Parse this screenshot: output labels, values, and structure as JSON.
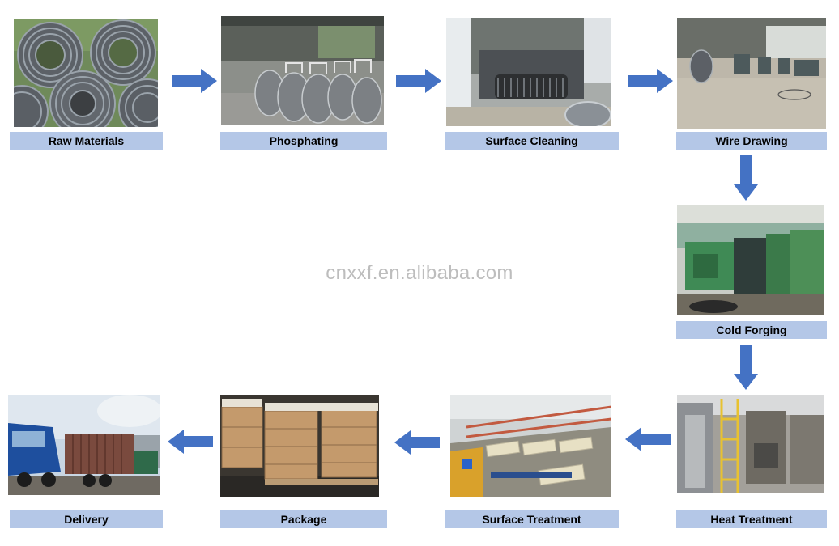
{
  "steps": [
    {
      "label": "Raw Materials",
      "photo": "wire-coils-photo"
    },
    {
      "label": "Phosphating",
      "photo": "phosphating-workshop-photo"
    },
    {
      "label": "Surface Cleaning",
      "photo": "cleaning-machine-photo"
    },
    {
      "label": "Wire Drawing",
      "photo": "wire-drawing-workshop-photo"
    },
    {
      "label": "Cold Forging",
      "photo": "cold-forging-machine-photo"
    },
    {
      "label": "Heat Treatment",
      "photo": "heat-treatment-line-photo"
    },
    {
      "label": "Surface Treatment",
      "photo": "plating-line-photo"
    },
    {
      "label": "Package",
      "photo": "packaged-cartons-photo"
    },
    {
      "label": "Delivery",
      "photo": "container-truck-photo"
    }
  ],
  "watermark": "cnxxf.en.alibaba.com",
  "colors": {
    "label_bg": "#b4c7e7",
    "arrow": "#4472c4",
    "watermark": "#bdbdbd"
  }
}
